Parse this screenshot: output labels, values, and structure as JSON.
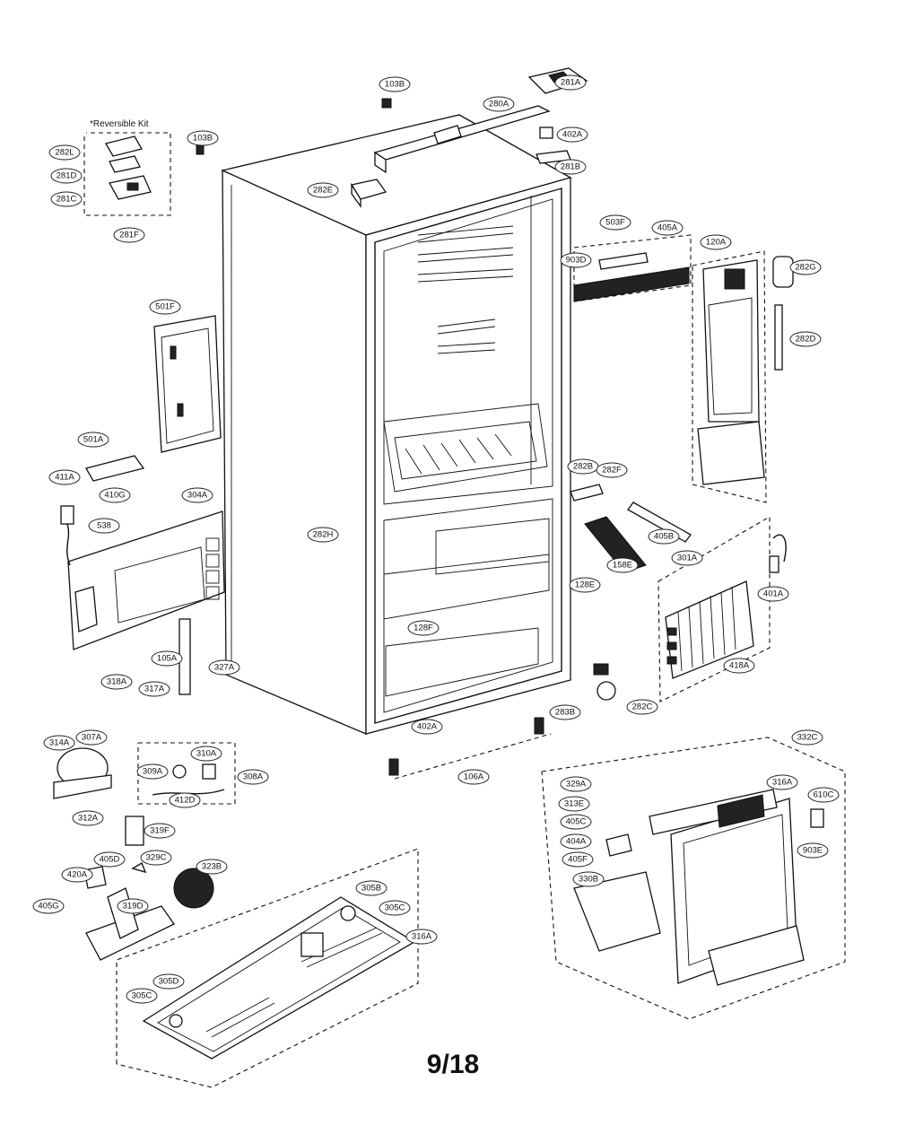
{
  "page_number": "9/18",
  "kit_note": "*Reversible Kit",
  "callouts": [
    "103B",
    "281A",
    "280A",
    "103B",
    "402A",
    "281B",
    "282L",
    "281D",
    "281C",
    "281F",
    "282E",
    "503F",
    "405A",
    "903D",
    "120A",
    "282G",
    "282D",
    "501F",
    "501A",
    "411A",
    "410G",
    "538",
    "304A",
    "282B",
    "282F",
    "282H",
    "405B",
    "158E",
    "128E",
    "301A",
    "401A",
    "418A",
    "105A",
    "318A",
    "317A",
    "327A",
    "128F",
    "402A",
    "283B",
    "282C",
    "332C",
    "314A",
    "307A",
    "309A",
    "310A",
    "308A",
    "312A",
    "412D",
    "106A",
    "319F",
    "405D",
    "329C",
    "323B",
    "420A",
    "405G",
    "319D",
    "305B",
    "305C",
    "316A",
    "305D",
    "305C",
    "329A",
    "313E",
    "405C",
    "404A",
    "405F",
    "330B",
    "316A",
    "610C",
    "903E"
  ]
}
